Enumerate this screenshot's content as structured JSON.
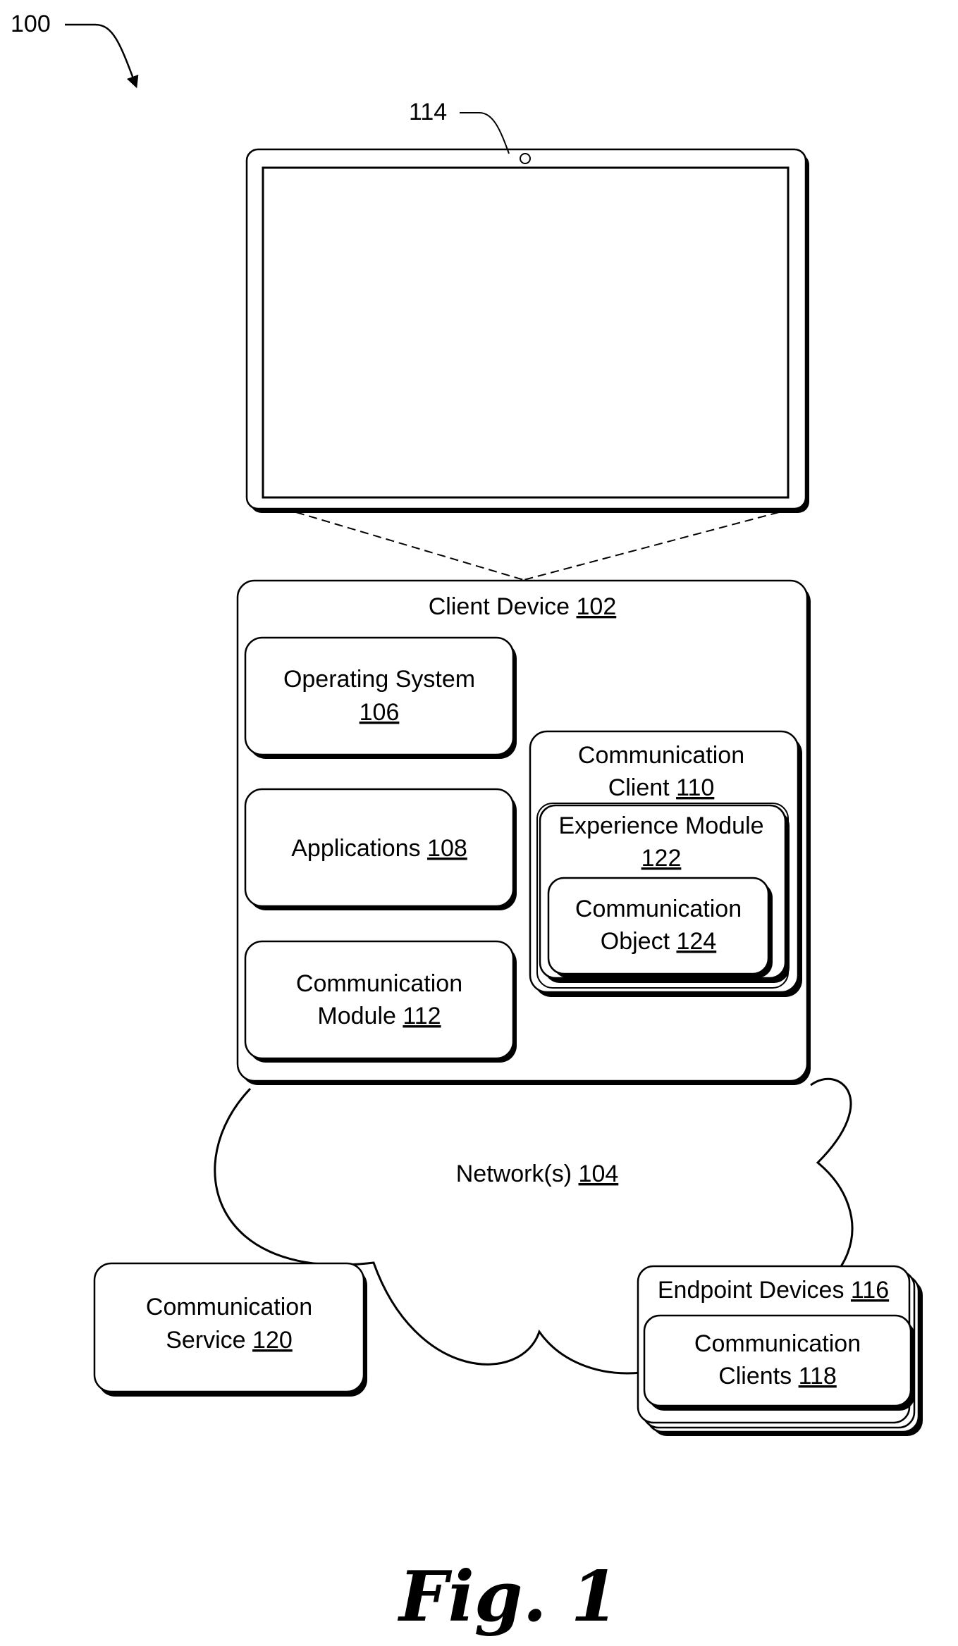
{
  "figure_ref": "100",
  "camera_ref": "114",
  "client_device": {
    "label": "Client Device",
    "ref": "102"
  },
  "operating_system": {
    "label": "Operating System",
    "ref": "106"
  },
  "applications": {
    "label": "Applications",
    "ref": "108"
  },
  "communication_module": {
    "line1": "Communication",
    "line2": "Module",
    "ref": "112"
  },
  "communication_client": {
    "line1": "Communication",
    "line2": "Client",
    "ref": "110"
  },
  "experience_module": {
    "line1": "Experience Module",
    "ref": "122"
  },
  "communication_object": {
    "line1": "Communication",
    "line2": "Object",
    "ref": "124"
  },
  "network": {
    "label": "Network(s)",
    "ref": "104"
  },
  "communication_service": {
    "line1": "Communication",
    "line2": "Service",
    "ref": "120"
  },
  "endpoint_devices": {
    "label": "Endpoint Devices",
    "ref": "116"
  },
  "communication_clients": {
    "line1": "Communication",
    "line2": "Clients",
    "ref": "118"
  },
  "caption": "Fig. 1"
}
